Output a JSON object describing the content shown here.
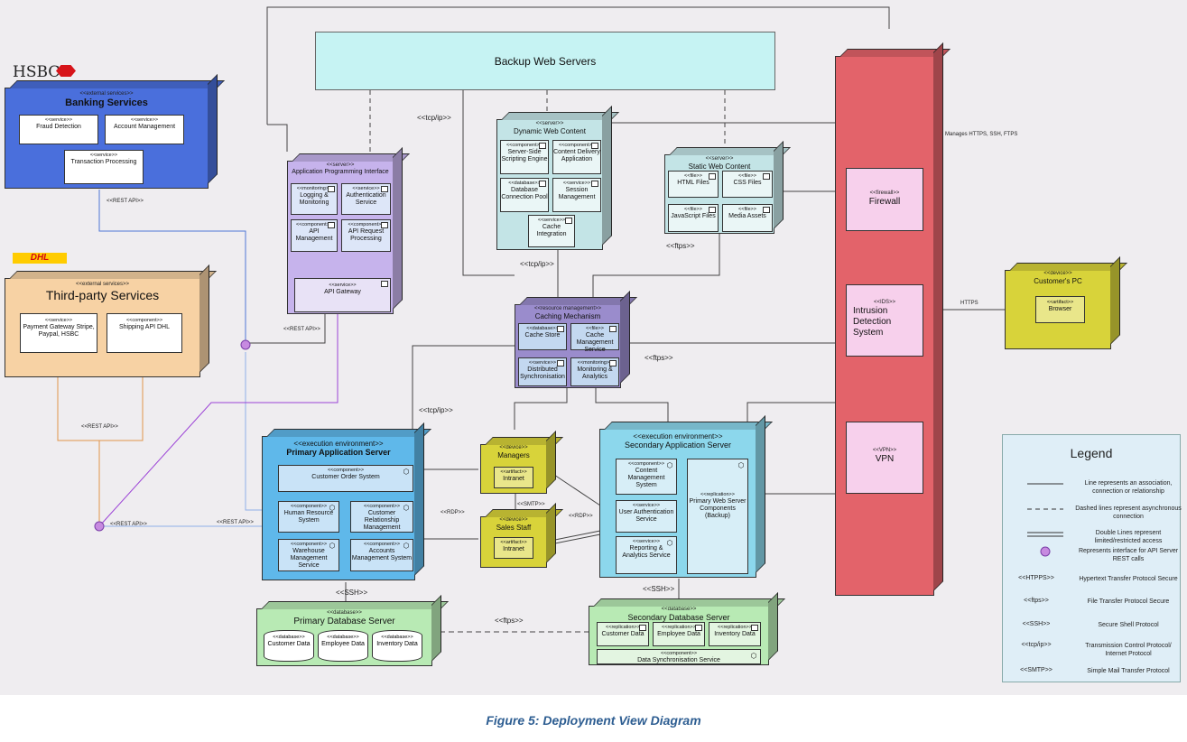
{
  "caption": "Figure 5: Deployment View Diagram",
  "logos": {
    "hsbc": "HSBC",
    "dhl": "DHL"
  },
  "banking": {
    "stereo": "<<external services>>",
    "title": "Banking Services",
    "items": [
      {
        "stereo": "<<service>>",
        "name": "Fraud Detection"
      },
      {
        "stereo": "<<service>>",
        "name": "Account Management"
      },
      {
        "stereo": "<<service>>",
        "name": "Transaction Processing"
      }
    ]
  },
  "thirdparty": {
    "stereo": "<<external services>>",
    "title": "Third-party Services",
    "items": [
      {
        "stereo": "<<service>>",
        "name": "Payment Gateway Stripe, Paypal, HSBC"
      },
      {
        "stereo": "<<component>>",
        "name": "Shipping API DHL"
      }
    ]
  },
  "backup": {
    "title": "Backup Web Servers"
  },
  "api": {
    "stereo": "<<server>>",
    "title": "Application Programming Interface",
    "items": [
      {
        "stereo": "<<monitoring>>",
        "name": "Logging & Monitoring"
      },
      {
        "stereo": "<<service>>",
        "name": "Authentication Service"
      },
      {
        "stereo": "<<component>>",
        "name": "API Management"
      },
      {
        "stereo": "<<component>>",
        "name": "API Request Processing"
      },
      {
        "stereo": "<<service>>",
        "name": "API Gateway"
      }
    ]
  },
  "dynamic": {
    "stereo": "<<server>>",
    "title": "Dynamic Web Content",
    "items": [
      {
        "stereo": "<<component>>",
        "name": "Server-Side Scripting Engine"
      },
      {
        "stereo": "<<component>>",
        "name": "Content Delivery Application"
      },
      {
        "stereo": "<<database>>",
        "name": "Database Connection Pool"
      },
      {
        "stereo": "<<service>>",
        "name": "Session Management"
      },
      {
        "stereo": "<<service>>",
        "name": "Cache Integration"
      }
    ]
  },
  "static": {
    "stereo": "<<server>>",
    "title": "Static Web Content",
    "items": [
      {
        "stereo": "<<file>>",
        "name": "HTML Files"
      },
      {
        "stereo": "<<file>>",
        "name": "CSS Files"
      },
      {
        "stereo": "<<file>>",
        "name": "JavaScript Files"
      },
      {
        "stereo": "<<file>>",
        "name": "Media Assets"
      }
    ]
  },
  "caching": {
    "stereo": "<<resource management>>",
    "title": "Caching Mechanism",
    "items": [
      {
        "stereo": "<<database>>",
        "name": "Cache Store"
      },
      {
        "stereo": "<<file>>",
        "name": "Cache Management Service"
      },
      {
        "stereo": "<<service>>",
        "name": "Distributed Synchronisation"
      },
      {
        "stereo": "<<monitoring>>",
        "name": "Monitoring & Analytics"
      }
    ]
  },
  "security": {
    "manages": "Manages HTTPS, SSH, FTPS",
    "items": [
      {
        "stereo": "<<firewall>>",
        "name": "Firewall"
      },
      {
        "stereo": "<<IDS>>",
        "name": "Intrusion Detection System"
      },
      {
        "stereo": "<<VPN>>",
        "name": "VPN"
      }
    ]
  },
  "pc": {
    "stereo": "<<device>>",
    "title": "Customer's PC",
    "artifact_stereo": "<<artifact>>",
    "artifact": "Browser"
  },
  "primary": {
    "stereo": "<<execution environment>>",
    "title": "Primary Application Server",
    "items": [
      {
        "stereo": "<<component>>",
        "name": "Customer Order System"
      },
      {
        "stereo": "<<component>>",
        "name": "Human Resource System"
      },
      {
        "stereo": "<<component>>",
        "name": "Customer Relationship Management"
      },
      {
        "stereo": "<<component>>",
        "name": "Warehouse Management Service"
      },
      {
        "stereo": "<<component>>",
        "name": "Accounts Management System"
      }
    ]
  },
  "secondary": {
    "stereo": "<<execution environment>>",
    "title": "Secondary Application Server",
    "items": [
      {
        "stereo": "<<component>>",
        "name": "Content Management System"
      },
      {
        "stereo": "<<service>>",
        "name": "User Authentication Service"
      },
      {
        "stereo": "<<service>>",
        "name": "Reporting & Analytics Service"
      },
      {
        "stereo": "<<replication>>",
        "name": "Primary Web Server Components (Backup)"
      }
    ]
  },
  "managers": {
    "stereo": "<<device>>",
    "title": "Managers",
    "artifact_stereo": "<<artifact>>",
    "artifact": "Intranet"
  },
  "sales": {
    "stereo": "<<device>>",
    "title": "Sales Staff",
    "artifact_stereo": "<<artifact>>",
    "artifact": "Intranet"
  },
  "pdb": {
    "stereo": "<<database>>",
    "title": "Primary Database Server",
    "items": [
      {
        "stereo": "<<database>>",
        "name": "Customer Data"
      },
      {
        "stereo": "<<database>>",
        "name": "Employee Data"
      },
      {
        "stereo": "<<database>>",
        "name": "Inventory Data"
      }
    ]
  },
  "sdb": {
    "stereo": "<<database>>",
    "title": "Secondary Database Server",
    "items": [
      {
        "stereo": "<<replication>>",
        "name": "Customer Data"
      },
      {
        "stereo": "<<replication>>",
        "name": "Employee Data"
      },
      {
        "stereo": "<<replication>>",
        "name": "Inventory Data"
      },
      {
        "stereo": "<<component>>",
        "name": "Data Synchronisation Service"
      }
    ]
  },
  "edges": {
    "tcp1": "<<tcp/ip>>",
    "tcp2": "<<tcp/ip>>",
    "tcp3": "<<tcp/ip>>",
    "ftps1": "<<ftps>>",
    "ftps2": "<<ftps>>",
    "ftps3": "<<ftps>>",
    "ssh1": "<<SSH>>",
    "ssh2": "<<SSH>>",
    "smtp": "<<SMTP>>",
    "rdp1": "<<RDP>>",
    "rdp2": "<<RDP>>",
    "rest1": "<<REST API>>",
    "rest2": "<<REST API>>",
    "rest3": "<<REST API>>",
    "rest4": "<<REST API>>",
    "rest5": "<<REST API>>",
    "https": "HTTPS"
  },
  "legend": {
    "title": "Legend",
    "rows": [
      {
        "key": "",
        "text": "Line represents an association, connection or relationship"
      },
      {
        "key": "",
        "text": "Dashed lines represent asynchronous connection"
      },
      {
        "key": "",
        "text": "Double Lines represent limited/restricted access"
      },
      {
        "key": "",
        "text": "Represents interface for API Server REST calls"
      },
      {
        "key": "<<HTPPS>>",
        "text": "Hypertext Transfer Protocol Secure"
      },
      {
        "key": "<<ftps>>",
        "text": "File Transfer Protocol Secure"
      },
      {
        "key": "<<SSH>>",
        "text": "Secure Shell Protocol"
      },
      {
        "key": "<<tcp/ip>>",
        "text": "Transmission Control Protocol/ Internet Protocol"
      },
      {
        "key": "<<SMTP>>",
        "text": "Simple Mail Transfer Protocol"
      }
    ]
  },
  "colors": {
    "banking": "#4a6fdc",
    "thirdparty": "#f7d2a4",
    "backup": "#c6f3f3",
    "api": "#c6b3ec",
    "content": "#c3e4e6",
    "caching": "#9a8ccc",
    "security": "#e3636a",
    "device": "#d8d33a",
    "appserver": "#5fb8ea",
    "secondary": "#8cd7ec",
    "db": "#b8eab4",
    "legend": "#dfeef7"
  }
}
